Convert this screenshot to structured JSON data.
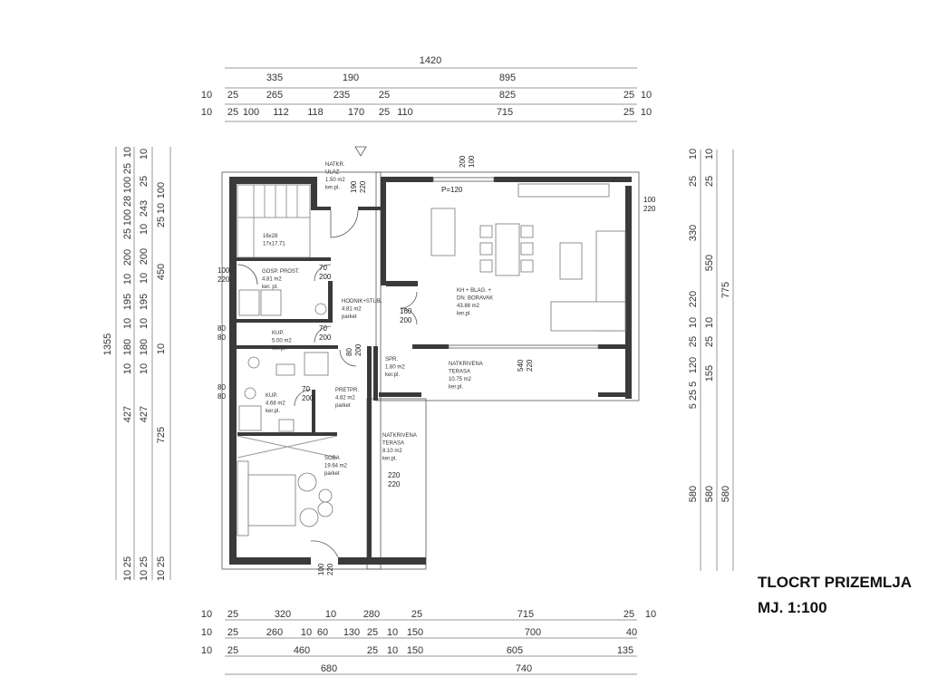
{
  "title": {
    "line1": "TLOCRT PRIZEMLJA",
    "line2": "MJ. 1:100"
  },
  "dims_top": [
    [
      "1420"
    ],
    [
      "335",
      "190",
      "895"
    ],
    [
      "10",
      "25",
      "265",
      "235",
      "25",
      "825",
      "25",
      "10"
    ],
    [
      "10",
      "25",
      "100",
      "112",
      "118",
      "170",
      "25",
      "110",
      "715",
      "25",
      "10"
    ]
  ],
  "dims_bottom": [
    [
      "10",
      "25",
      "320",
      "10",
      "280",
      "25",
      "715",
      "25",
      "10"
    ],
    [
      "10",
      "25",
      "260",
      "10",
      "60",
      "130",
      "25",
      "10",
      "150",
      "700",
      "40"
    ],
    [
      "10",
      "25",
      "460",
      "25",
      "10",
      "150",
      "605",
      "135"
    ],
    [
      "680",
      "740"
    ]
  ],
  "dims_left": [
    [
      "1355"
    ],
    [
      "10",
      "25",
      "100",
      "28",
      "100",
      "25",
      "200",
      "10",
      "195",
      "10",
      "180",
      "10",
      "427",
      "25",
      "10"
    ],
    [
      "10",
      "25",
      "243",
      "10",
      "200",
      "10",
      "195",
      "10",
      "180",
      "10",
      "427",
      "25",
      "10"
    ],
    [
      "100",
      "10",
      "25",
      "450",
      "10",
      "725",
      "25",
      "10"
    ]
  ],
  "dims_right": [
    [
      "10",
      "25",
      "330",
      "220",
      "25",
      "10",
      "120",
      "5 25 5",
      "580"
    ],
    [
      "10",
      "25",
      "550",
      "25",
      "10",
      "155",
      "580"
    ],
    [
      "775",
      "580"
    ]
  ],
  "rooms": [
    [
      "NATKR.",
      "ULAZ",
      "1.50 m2",
      "ker.pl."
    ],
    [
      "16x28",
      "17x17,71"
    ],
    [
      "GOSP. PROST.",
      "4.81 m2",
      "ker. pl."
    ],
    [
      "HODNIK+STUB.",
      "4.81 m2",
      "parket"
    ],
    [
      "KUP.",
      "5.00 m2",
      "ker.pl."
    ],
    [
      "SPR.",
      "1.80 m2",
      "ker.pl."
    ],
    [
      "PRETPR.",
      "4.82 m2",
      "parket"
    ],
    [
      "KUP.",
      "4.68 m2",
      "ker.pl."
    ],
    [
      "KH + BLAG. +",
      "DN. BORAVAK",
      "43.88 m2",
      "ker.pl."
    ],
    [
      "NATKRIVENA",
      "TERASA",
      "10.75 m2",
      "ker.pl."
    ],
    [
      "NATKRIVENA",
      "TERASA",
      "8.10 m2",
      "ker.pl."
    ],
    [
      "SOBA",
      "19.64 m2",
      "parket"
    ]
  ],
  "openings": [
    [
      "70",
      "200"
    ],
    [
      "70",
      "200"
    ],
    [
      "70",
      "200"
    ],
    [
      "160",
      "200"
    ],
    [
      "100",
      "220"
    ],
    [
      "80",
      "80"
    ],
    [
      "80",
      "80"
    ],
    [
      "100",
      "220"
    ],
    [
      "220",
      "220"
    ],
    [
      "80",
      "200"
    ],
    [
      "190",
      "220"
    ],
    [
      "200",
      "100"
    ],
    [
      "540",
      "220"
    ],
    [
      "100",
      "220"
    ],
    [
      "P=120"
    ]
  ]
}
